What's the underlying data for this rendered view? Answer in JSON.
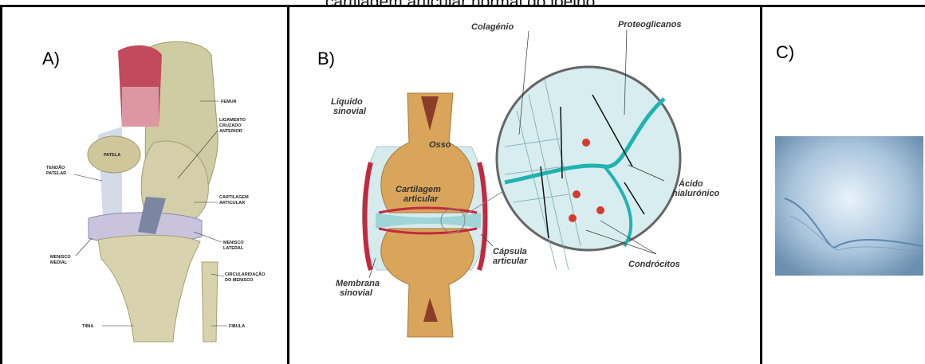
{
  "caption": "cartilagem articular normal do joelho.",
  "panels": {
    "a": {
      "label": "A)",
      "labels": {
        "femur": "FEMUR",
        "lig1": "LIGAMENTO",
        "lig2": "CRUZADO",
        "lig3": "ANTERIOR",
        "patela": "PATELA",
        "tendao1": "TENDÃO",
        "tendao2": "PATELAR",
        "cart1": "CARTILAGEM",
        "cart2": "ARTICULAR",
        "menlat1": "MENISCO",
        "menlat2": "LATERAL",
        "menmed1": "MENISCO",
        "menmed2": "MEDIAL",
        "circ1": "CIRCULARIDAÇÃO",
        "circ2": "DO MENISCO",
        "tibia": "TIBIA",
        "fibula": "FIBULA"
      }
    },
    "b": {
      "label": "B)",
      "labels": {
        "liquido1": "Líquido",
        "liquido2": "sinovial",
        "osso": "Osso",
        "cartilagem1": "Cartilagem",
        "cartilagem2": "articular",
        "membrana1": "Membrana",
        "membrana2": "sinovial",
        "capsula1": "Cápsula",
        "capsula2": "articular",
        "colageno": "Colagénio",
        "proteoglicanos": "Proteoglicanos",
        "acido1": "Ácido",
        "acido2": "hialurónico",
        "condrocitos": "Condrócitos"
      }
    },
    "c": {
      "label": "C)"
    }
  }
}
